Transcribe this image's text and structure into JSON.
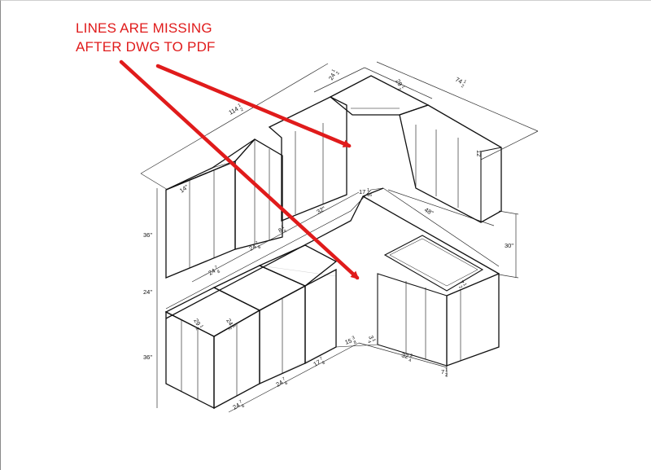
{
  "annotation": {
    "line1": "LINES ARE MISSING",
    "line2": "AFTER DWG TO PDF",
    "color": "#e01b1b"
  },
  "dimensions": [
    {
      "id": "d-114",
      "whole": "114",
      "num": "1",
      "den": "2"
    },
    {
      "id": "d-24top",
      "whole": "24",
      "num": "1",
      "den": "2"
    },
    {
      "id": "d-29",
      "whole": "29",
      "num": "1",
      "den": "2"
    },
    {
      "id": "d-74",
      "whole": "74",
      "num": "1",
      "den": "2"
    },
    {
      "id": "d-14",
      "whole": "14\"",
      "num": "",
      "den": ""
    },
    {
      "id": "d-36up",
      "whole": "36\"",
      "num": "",
      "den": ""
    },
    {
      "id": "d-24mid",
      "whole": "24\"",
      "num": "",
      "den": ""
    },
    {
      "id": "d-36low",
      "whole": "36\"",
      "num": "",
      "den": ""
    },
    {
      "id": "d-30",
      "whole": "30\"",
      "num": "",
      "den": ""
    },
    {
      "id": "d-17",
      "whole": "17",
      "num": "1",
      "den": "16"
    },
    {
      "id": "d-32",
      "whole": "32\"",
      "num": "",
      "den": ""
    },
    {
      "id": "d-48",
      "whole": "48\"",
      "num": "",
      "den": ""
    },
    {
      "id": "d-12",
      "whole": "12",
      "num": "",
      "den": ""
    },
    {
      "id": "d-8",
      "whole": "8",
      "num": "1",
      "den": "4"
    },
    {
      "id": "d-24-7a",
      "whole": "24",
      "num": "7",
      "den": "8"
    },
    {
      "id": "d-24-7b",
      "whole": "24",
      "num": "7",
      "den": "8"
    },
    {
      "id": "d-29low",
      "whole": "29",
      "num": "1",
      "den": "2"
    },
    {
      "id": "d-24low",
      "whole": "24",
      "num": "1",
      "den": "2"
    },
    {
      "id": "d-7r",
      "whole": "7",
      "num": "1",
      "den": "2"
    },
    {
      "id": "d-15",
      "whole": "15",
      "num": "3",
      "den": "8"
    },
    {
      "id": "d-3",
      "whole": "3",
      "num": "1",
      "den": "4"
    },
    {
      "id": "d-32-3",
      "whole": "32",
      "num": "3",
      "den": "4"
    },
    {
      "id": "d-7b",
      "whole": "7",
      "num": "1",
      "den": "2"
    },
    {
      "id": "d-24-7c",
      "whole": "24",
      "num": "7",
      "den": "8"
    },
    {
      "id": "d-24-7d",
      "whole": "24",
      "num": "7",
      "den": "8"
    },
    {
      "id": "d-17-7",
      "whole": "17",
      "num": "7",
      "den": "8"
    }
  ]
}
